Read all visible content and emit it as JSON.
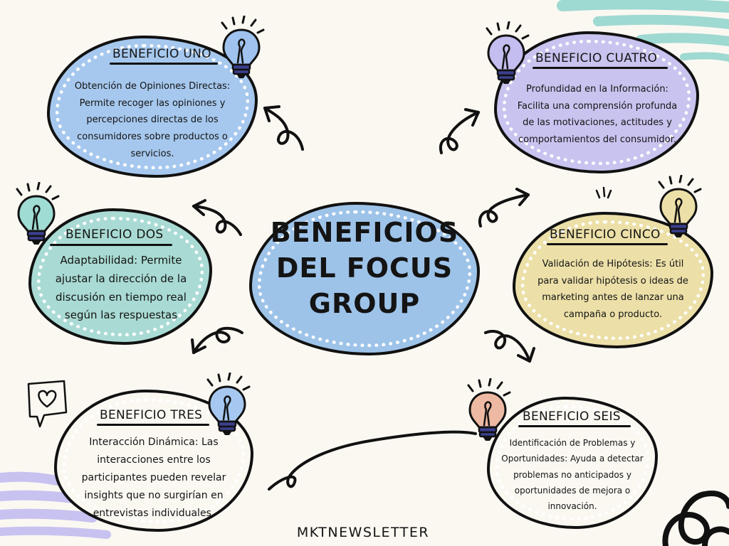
{
  "title": "BENEFICIOS DEL FOCUS GROUP",
  "title_lines": [
    "BENEFICIOS",
    "DEL FOCUS",
    "GROUP"
  ],
  "footer": "MKTNEWSLETTER",
  "colors": {
    "background": "#fbf8f2",
    "center": "#9ec3e9",
    "uno": "#a6c8ee",
    "dos": "#a9dbd4",
    "tres": "#fbf8f2",
    "cuatro": "#c9c3ef",
    "cinco": "#ece0a8",
    "seis": "#fbf8f2",
    "accent_teal": "#9ed9d2",
    "accent_lavender": "#c8c2f0"
  },
  "benefits": {
    "uno": {
      "heading": "BENEFICIO UNO",
      "lines": [
        "Obtención de Opiniones Directas:",
        "Permite recoger las opiniones y",
        "percepciones directas de los",
        "consumidores sobre productos o",
        "servicios."
      ]
    },
    "dos": {
      "heading": "BENEFICIO DOS",
      "lines": [
        "Adaptabilidad: Permite",
        "ajustar la dirección de la",
        "discusión en tiempo real",
        "según las respuestas"
      ]
    },
    "tres": {
      "heading": "BENEFICIO TRES",
      "lines": [
        "Interacción Dinámica: Las",
        "interacciones entre los",
        "participantes pueden revelar",
        "insights que no surgirían en",
        "entrevistas individuales."
      ]
    },
    "cuatro": {
      "heading": "BENEFICIO CUATRO",
      "lines": [
        "Profundidad en la Información:",
        "Facilita una comprensión profunda",
        "de las motivaciones, actitudes y",
        "comportamientos del consumidor."
      ]
    },
    "cinco": {
      "heading": "BENEFICIO CINCO",
      "lines": [
        "Validación de Hipótesis: Es útil",
        "para validar hipótesis o ideas de",
        "marketing antes de lanzar una",
        "campaña o producto."
      ]
    },
    "seis": {
      "heading": "BENEFICIO SEIS",
      "lines": [
        "Identificación de Problemas y",
        "Oportunidades: Ayuda a detectar",
        "problemas no anticipados y",
        "oportunidades de mejora o",
        "innovación."
      ]
    }
  },
  "bulb_colors": {
    "uno": "#9fc2ee",
    "dos": "#9fdcd3",
    "tres": "#a6c8f0",
    "cuatro": "#c4bdf0",
    "cinco": "#ece0a8",
    "seis": "#edb9a3"
  },
  "icons": [
    "lightbulb-icon",
    "heart-speech-bubble-icon",
    "curly-arrow-icon",
    "squiggle-decoration"
  ]
}
